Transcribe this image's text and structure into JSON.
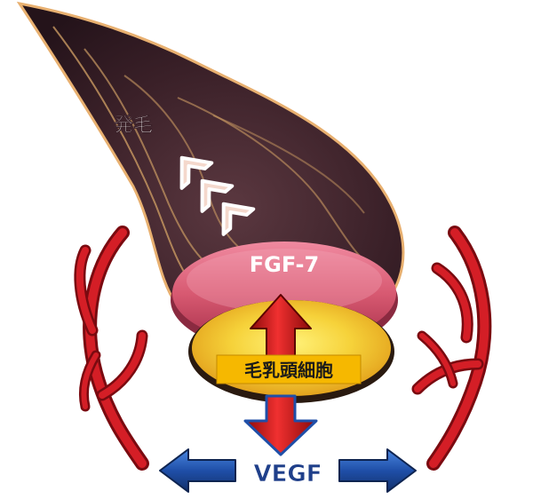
{
  "labels": {
    "hair_growth": "発毛",
    "fgf7": "FGF-7",
    "dermal_papilla": "毛乳頭細胞",
    "vegf": "VEGF"
  },
  "colors": {
    "follicle_dark": "#3a2028",
    "follicle_edge": "#e8b070",
    "fgf_pink": "#d85a72",
    "papilla_yellow": "#f2c632",
    "red_arrow": "#d01818",
    "blue_arrow": "#1f4fa8",
    "vessel_red": "#c2121c",
    "label_box": "#f6b800"
  }
}
